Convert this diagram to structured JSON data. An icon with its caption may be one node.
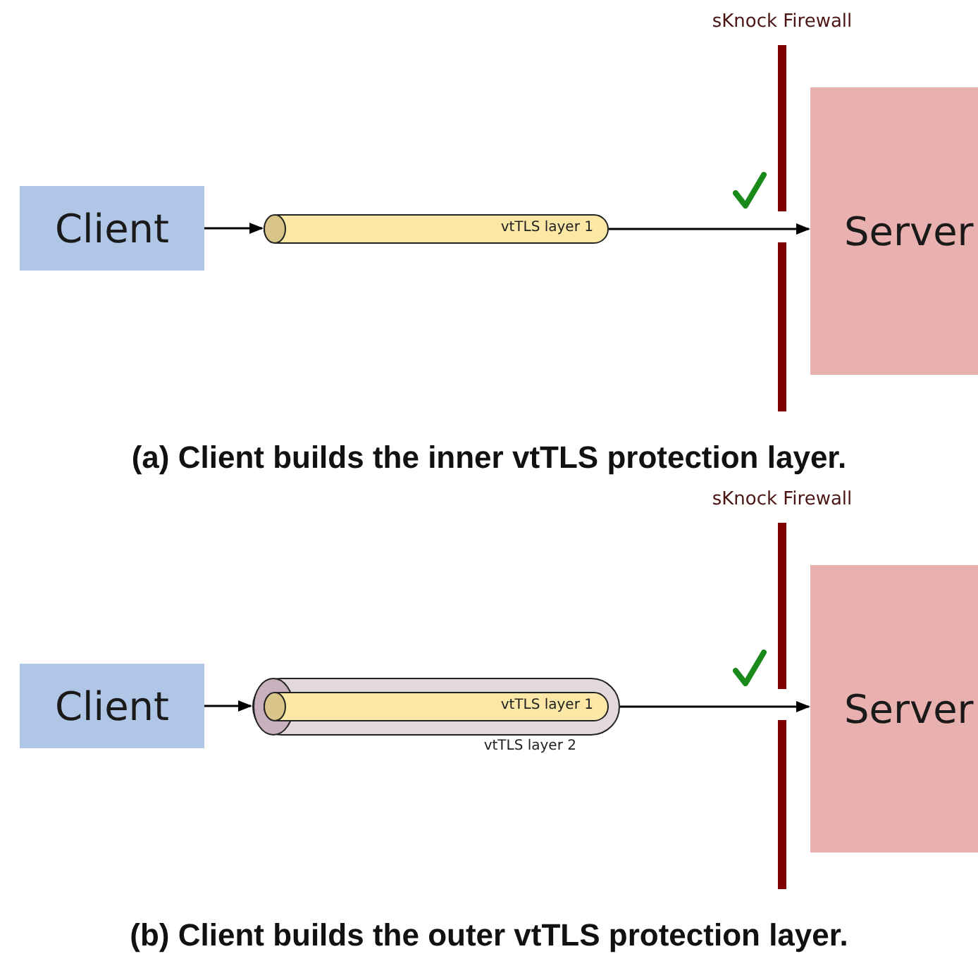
{
  "diagram": {
    "nodes": [
      {
        "text": [
          "Client"
        ]
      },
      {
        "text": [
          "vtTLS layer 1"
        ]
      },
      {
        "text": [
          "sKnock Firewall"
        ]
      },
      {
        "text": [
          "Server"
        ]
      },
      {
        "text": [
          "Client"
        ]
      },
      {
        "text": [
          "vtTLS layer 2"
        ]
      },
      {
        "text": [
          "vtTLS layer 1"
        ],
        "in": 5
      },
      {
        "text": [
          "sKnock Firewall"
        ]
      },
      {
        "text": [
          "Server"
        ]
      }
    ],
    "edges": [
      {
        "from": 0,
        "to": 1,
        "arrow": "to"
      },
      {
        "from": 1,
        "to": 3,
        "arrow": "to"
      },
      {
        "from": 4,
        "to": 5,
        "arrow": "to"
      },
      {
        "from": 5,
        "to": 8,
        "arrow": "to"
      }
    ],
    "labels": [
      "(a) Client builds the inner vtTLS protection layer.",
      "(b) Client builds the outer vtTLS protection layer."
    ]
  }
}
